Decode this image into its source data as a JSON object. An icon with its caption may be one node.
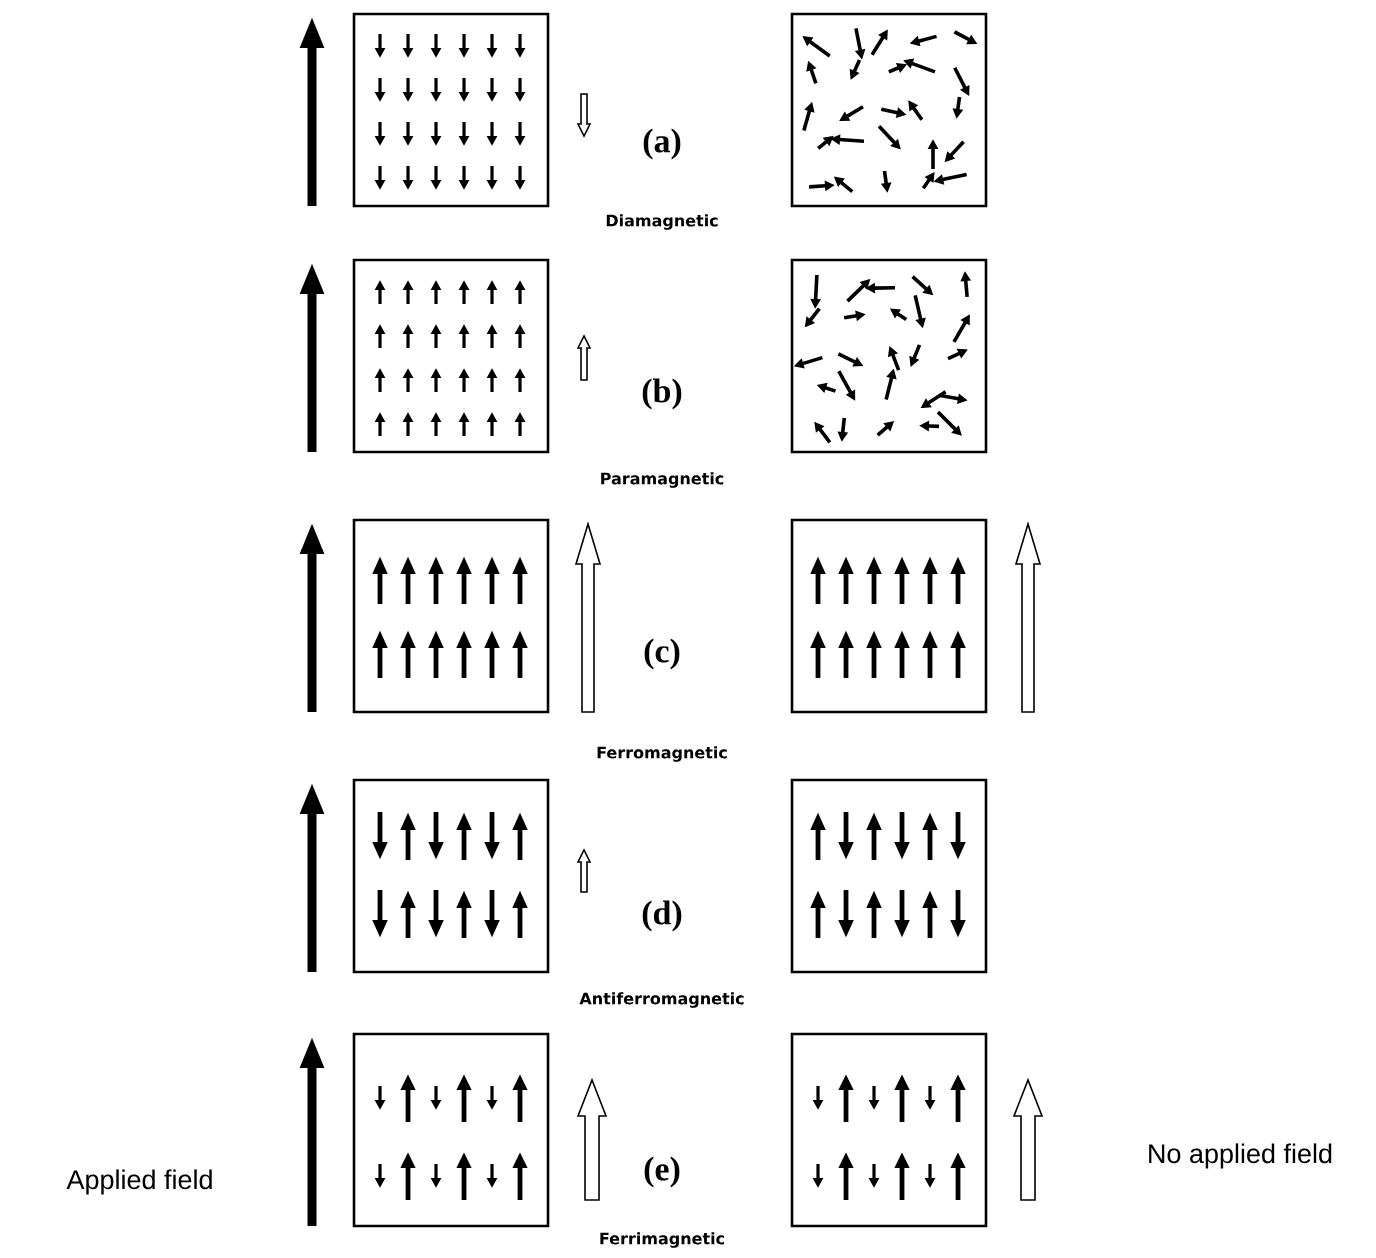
{
  "diagram": {
    "labels": [
      "(a)",
      "Diamagnetic",
      "(b)",
      "Paramagnetic",
      "(c)",
      "Ferromagnetic",
      "(d)",
      "Antiferromagnetic",
      "Applied field",
      "(e)",
      "No applied field",
      "Ferrimagnetic"
    ]
  }
}
